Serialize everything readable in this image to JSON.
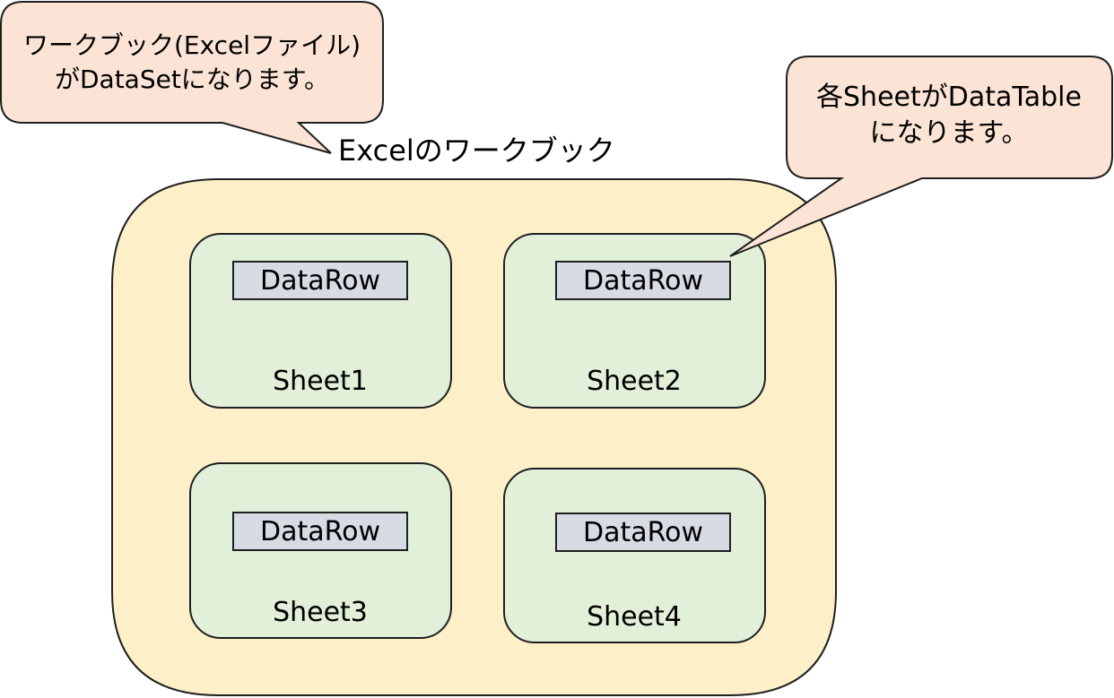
{
  "colors": {
    "workbook_fill": "#fdf0c9",
    "sheet_fill": "#e2efd9",
    "datarow_fill": "#d6dbe4",
    "callout_fill": "#fbe4d5",
    "stroke": "#1f1f1f"
  },
  "callouts": {
    "dataset": {
      "line1": "ワークブック(Excelファイル)",
      "line2": "がDataSetになります。"
    },
    "datatable": {
      "line1": "各SheetがDataTable",
      "line2": "になります。"
    }
  },
  "workbook": {
    "title": "Excelのワークブック"
  },
  "sheets": [
    {
      "name": "Sheet1",
      "row_label": "DataRow"
    },
    {
      "name": "Sheet2",
      "row_label": "DataRow"
    },
    {
      "name": "Sheet3",
      "row_label": "DataRow"
    },
    {
      "name": "Sheet4",
      "row_label": "DataRow"
    }
  ]
}
